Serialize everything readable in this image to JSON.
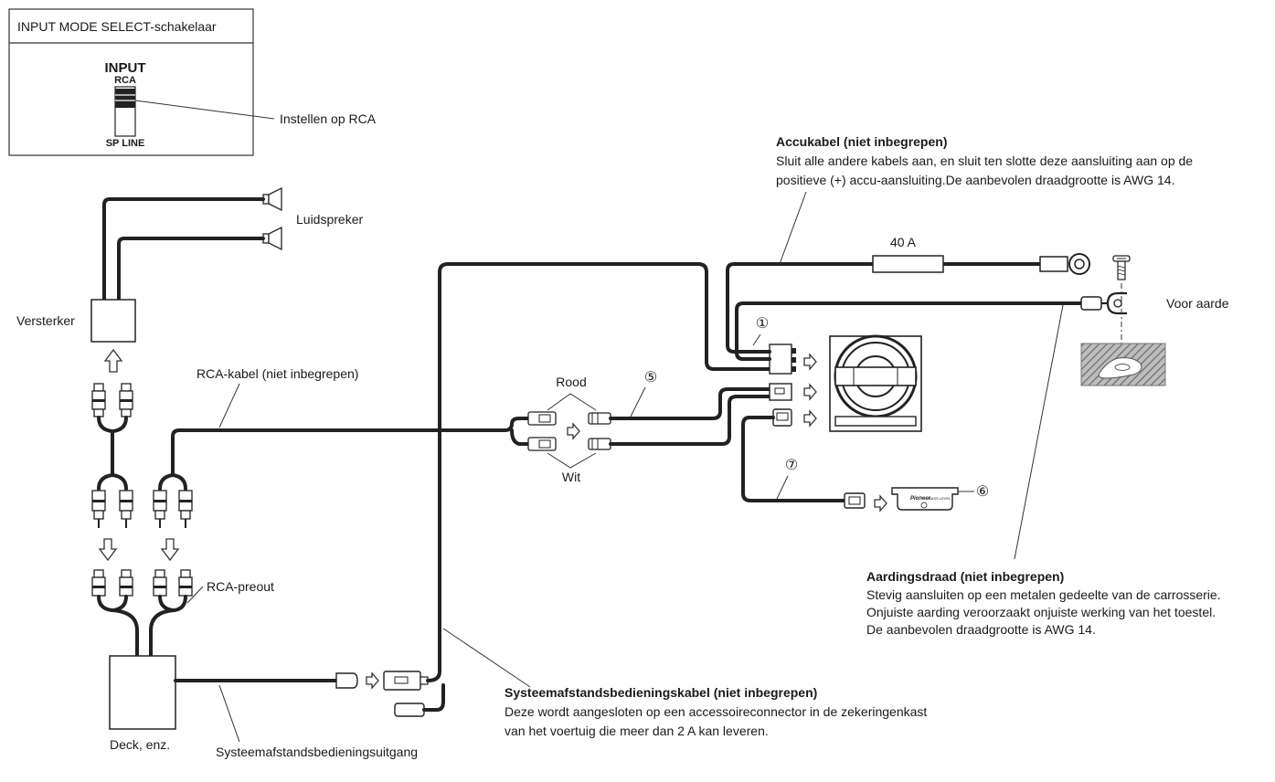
{
  "switch_box": {
    "title": "INPUT MODE SELECT-schakelaar",
    "input": "INPUT",
    "rca": "RCA",
    "sp_line": "SP LINE",
    "note": "Instellen op RCA"
  },
  "labels": {
    "speaker": "Luidspreker",
    "amplifier": "Versterker",
    "rca_cable": "RCA-kabel (niet inbegrepen)",
    "rca_preout": "RCA-preout",
    "deck": "Deck, enz.",
    "remote_output": "Systeemafstandsbedieningsuitgang",
    "red": "Rood",
    "white": "Wit",
    "fuse": "40 A",
    "ground_to": "Voor aarde",
    "num1": "①",
    "num5": "⑤",
    "num6": "⑥",
    "num7": "⑦"
  },
  "battery": {
    "title": "Accukabel (niet inbegrepen)",
    "line1": "Sluit alle andere kabels aan, en sluit ten slotte deze aansluiting aan op de",
    "line2": "positieve (+) accu-aansluiting.De aanbevolen draadgrootte is AWG 14."
  },
  "ground": {
    "title": "Aardingsdraad (niet inbegrepen)",
    "line1": "Stevig aansluiten op een metalen gedeelte van de carrosserie.",
    "line2": "Onjuiste aarding veroorzaakt onjuiste werking van het toestel.",
    "line3": "De aanbevolen draadgrootte is AWG 14."
  },
  "remote": {
    "title": "Systeemafstandsbedieningskabel (niet inbegrepen)",
    "line1": "Deze wordt aangesloten op een accessoireconnector in de zekeringenkast",
    "line2": "van het voertuig die meer dan 2 A kan leveren."
  },
  "remote_unit": {
    "brand": "Pioneer",
    "level": "BASS LEVEL"
  }
}
